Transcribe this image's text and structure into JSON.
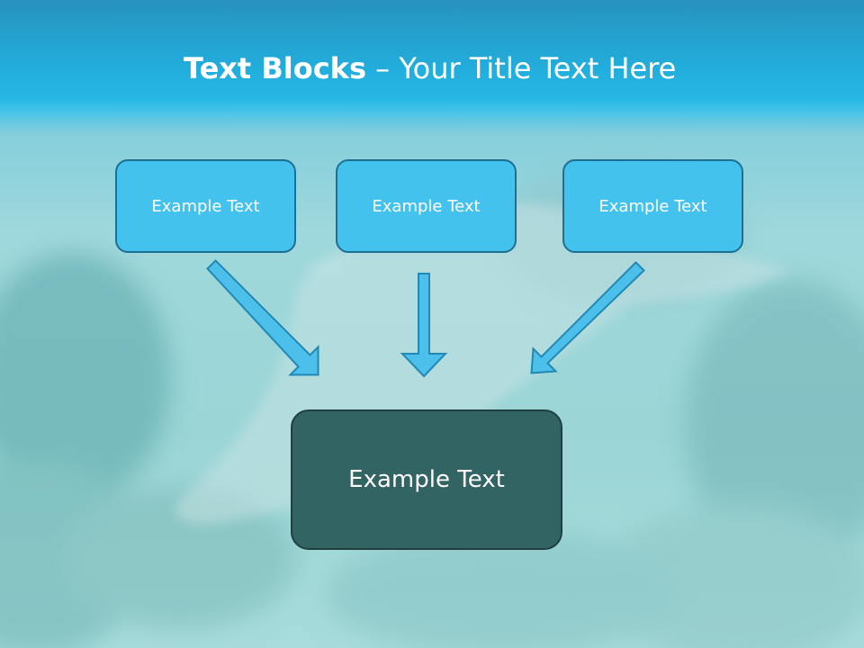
{
  "title": {
    "bold": "Text Blocks",
    "dash": " – ",
    "rest": "Your Title Text Here"
  },
  "blocks": {
    "top": [
      {
        "label": "Example Text"
      },
      {
        "label": "Example Text"
      },
      {
        "label": "Example Text"
      }
    ],
    "bottom": {
      "label": "Example Text"
    }
  },
  "colors": {
    "header_band": "#22aedd",
    "top_box_fill": "#44c2ee",
    "top_box_border": "#1e6f94",
    "bottom_box_fill": "#326463",
    "arrow_fill": "#4cc0ea",
    "arrow_stroke": "#2189b4"
  }
}
